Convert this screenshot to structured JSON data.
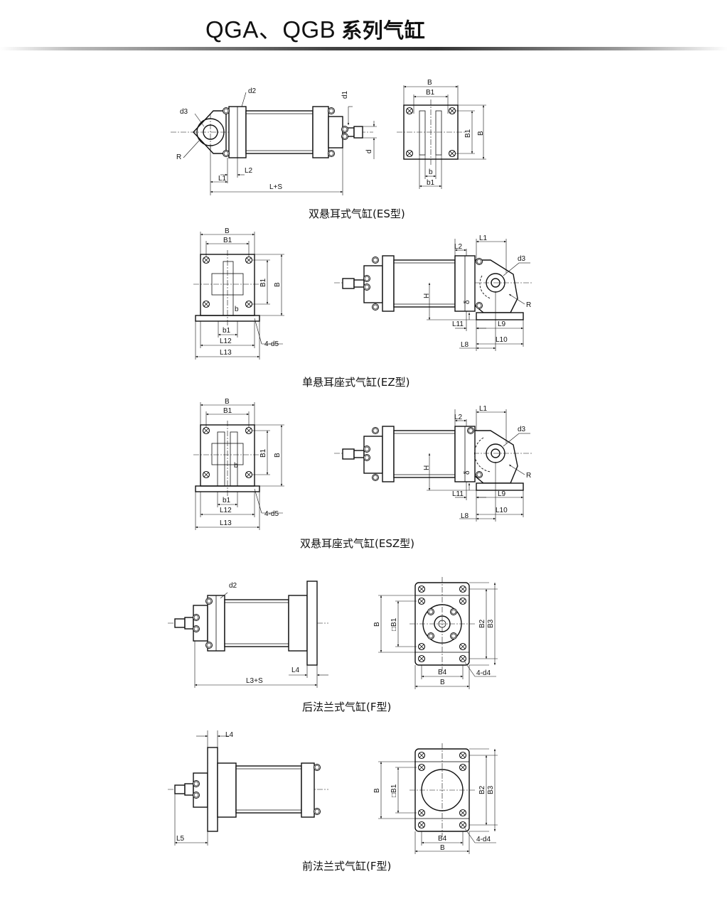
{
  "header": {
    "title_latin": "QGA、QGB",
    "title_cn": "系列气缸"
  },
  "figures": [
    {
      "caption": "双悬耳式气缸(ES型)",
      "side_labels": {
        "d2": "d2",
        "d3": "d3",
        "d1": "d1",
        "d": "d",
        "R": "R",
        "L1": "L1",
        "L2": "L2",
        "LS": "L+S"
      },
      "end_labels": {
        "B": "B",
        "B1": "B1",
        "b": "b",
        "b1": "b1"
      }
    },
    {
      "caption": "单悬耳座式气缸(EZ型)",
      "end_labels": {
        "B": "B",
        "B1": "B1",
        "b": "b",
        "b1": "b1",
        "L12": "L12",
        "L13": "L13",
        "d5": "4-d5"
      },
      "side_labels": {
        "L1": "L1",
        "L2": "L2",
        "d3": "d3",
        "R": "R",
        "H": "H",
        "delta": "δ",
        "L11": "L11",
        "L9": "L9",
        "L10": "L10",
        "L8": "L8"
      }
    },
    {
      "caption": "双悬耳座式气缸(ESZ型)",
      "end_labels": {
        "B": "B",
        "B1": "B1",
        "b": "b",
        "b1": "b1",
        "L12": "L12",
        "L13": "L13",
        "d5": "4-d5"
      },
      "side_labels": {
        "L1": "L1",
        "L2": "L2",
        "d3": "d3",
        "R": "R",
        "H": "H",
        "delta": "δ",
        "L11": "L11",
        "L9": "L9",
        "L10": "L10",
        "L8": "L8"
      }
    },
    {
      "caption": "后法兰式气缸(F型)",
      "side_labels": {
        "d2": "d2",
        "L4": "L4",
        "L3S": "L3+S"
      },
      "end_labels": {
        "B": "B",
        "B1": "□B1",
        "B2": "B2",
        "B3": "B3",
        "B4": "B4",
        "d4": "4-d4"
      }
    },
    {
      "caption": "前法兰式气缸(F型)",
      "side_labels": {
        "L4": "L4",
        "L5": "L5"
      },
      "end_labels": {
        "B": "B",
        "B1": "□B1",
        "B2": "B2",
        "B3": "B3",
        "B4": "B4",
        "d4": "4-d4"
      }
    }
  ]
}
